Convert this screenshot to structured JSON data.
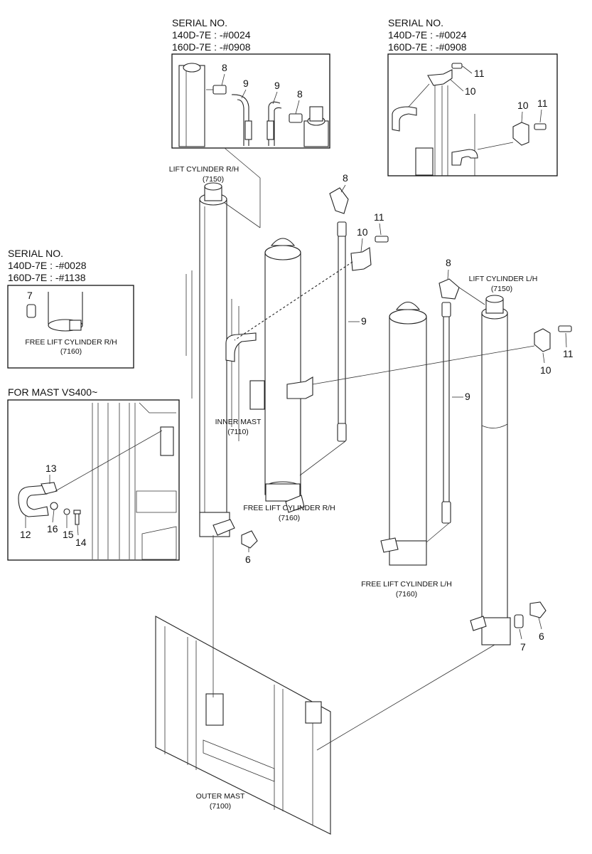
{
  "boxes": {
    "top_left": {
      "title": "SERIAL NO.",
      "line1": "140D-7E : -#0024",
      "line2": "160D-7E : -#0908",
      "callouts": [
        "8",
        "9",
        "9",
        "8"
      ]
    },
    "top_right": {
      "title": "SERIAL NO.",
      "line1": "140D-7E : -#0024",
      "line2": "160D-7E : -#0908",
      "callouts": [
        "11",
        "10",
        "10",
        "11"
      ]
    },
    "mid_left": {
      "title": "SERIAL NO.",
      "line1": "140D-7E : -#0028",
      "line2": "160D-7E : -#1138",
      "callout": "7",
      "caption1": "FREE LIFT CYLINDER R/H",
      "caption2": "(7160)"
    },
    "vs400": {
      "title": "FOR MAST VS400~",
      "callouts": [
        "13",
        "12",
        "16",
        "15",
        "14"
      ]
    }
  },
  "labels": {
    "lift_rh": {
      "name": "LIFT CYLINDER R/H",
      "code": "(7150)"
    },
    "lift_lh": {
      "name": "LIFT CYLINDER L/H",
      "code": "(7150)"
    },
    "inner_mast": {
      "name": "INNER MAST",
      "code": "(7110)"
    },
    "free_rh": {
      "name": "FREE LIFT CYLINDER R/H",
      "code": "(7160)"
    },
    "free_lh": {
      "name": "FREE LIFT CYLINDER L/H",
      "code": "(7160)"
    },
    "outer_mast": {
      "name": "OUTER MAST",
      "code": "(7100)"
    }
  },
  "callouts": {
    "c8_top": "8",
    "c11_mid": "11",
    "c10_mid": "10",
    "c9_mid": "9",
    "c8_right": "8",
    "c11_right": "11",
    "c10_right": "10",
    "c9_right": "9",
    "c6_left": "6",
    "c7_right": "7",
    "c6_right": "6"
  },
  "icons": [
    "lift-cylinder",
    "free-lift-cylinder",
    "hose",
    "elbow-fitting",
    "clamp-bracket",
    "bolt",
    "mast-frame"
  ]
}
